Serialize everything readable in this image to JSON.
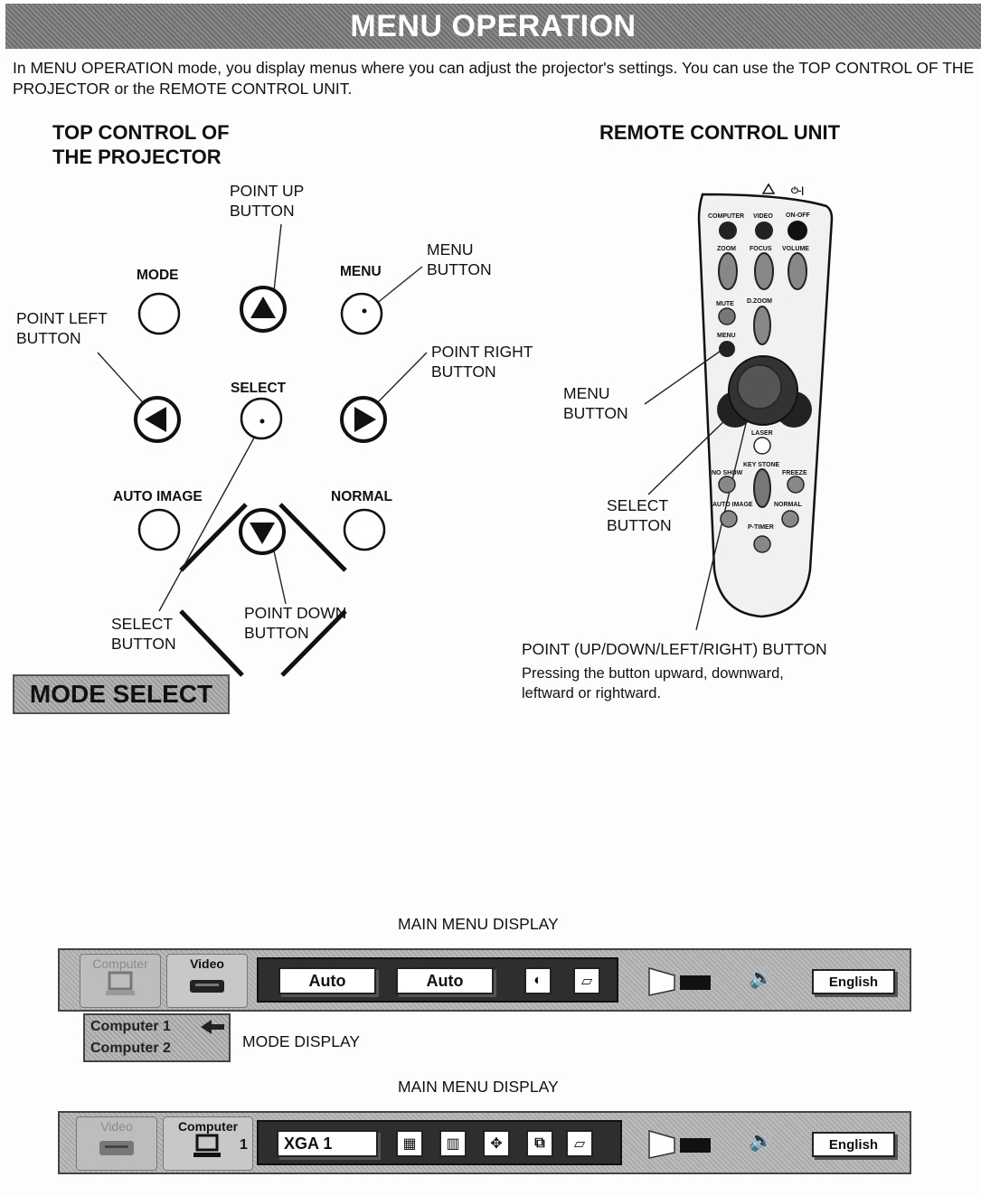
{
  "header": {
    "title": "MENU OPERATION"
  },
  "intro": "In MENU OPERATION mode, you display menus where you can adjust the projector's settings. You can use the TOP CONTROL OF THE PROJECTOR or the REMOTE CONTROL UNIT.",
  "top_control": {
    "heading_line1": "TOP CONTROL OF",
    "heading_line2": "THE PROJECTOR",
    "mode_label": "MODE",
    "menu_label": "MENU",
    "select_label": "SELECT",
    "auto_image_label": "AUTO IMAGE",
    "normal_label": "NORMAL",
    "callouts": {
      "point_up_1": "POINT UP",
      "point_up_2": "BUTTON",
      "menu_1": "MENU",
      "menu_2": "BUTTON",
      "point_left_1": "POINT LEFT",
      "point_left_2": "BUTTON",
      "point_right_1": "POINT RIGHT",
      "point_right_2": "BUTTON",
      "select_1": "SELECT",
      "select_2": "BUTTON",
      "point_down_1": "POINT DOWN",
      "point_down_2": "BUTTON"
    }
  },
  "remote": {
    "heading": "REMOTE CONTROL UNIT",
    "keys": {
      "computer": "COMPUTER",
      "video": "VIDEO",
      "onoff": "ON-OFF",
      "zoom": "ZOOM",
      "focus": "FOCUS",
      "volume": "VOLUME",
      "mute": "MUTE",
      "dzoom": "D.ZOOM",
      "menu": "MENU",
      "laser": "LASER",
      "noshow": "NO SHOW",
      "keystone": "KEY STONE",
      "freeze": "FREEZE",
      "autoimage": "AUTO IMAGE",
      "normal": "NORMAL",
      "ptimer": "P-TIMER"
    },
    "callouts": {
      "menu_1": "MENU",
      "menu_2": "BUTTON",
      "select_1": "SELECT",
      "select_2": "BUTTON",
      "point_title": "POINT (UP/DOWN/LEFT/RIGHT) BUTTON",
      "point_desc_1": "Pressing the button upward, downward,",
      "point_desc_2": "leftward or rightward."
    }
  },
  "mode_select": {
    "label": "MODE SELECT"
  },
  "main_menu_display_label": "MAIN MENU DISPLAY",
  "mode_display_label": "MODE DISPLAY",
  "menu1": {
    "tab_computer": "Computer",
    "tab_video": "Video",
    "field1": "Auto",
    "field2": "Auto",
    "language": "English"
  },
  "mode_display": {
    "item1": "Computer 1",
    "item2": "Computer 2"
  },
  "menu2": {
    "tab_video": "Video",
    "tab_computer": "Computer",
    "source_number": "1",
    "field1": "XGA 1",
    "language": "English"
  }
}
